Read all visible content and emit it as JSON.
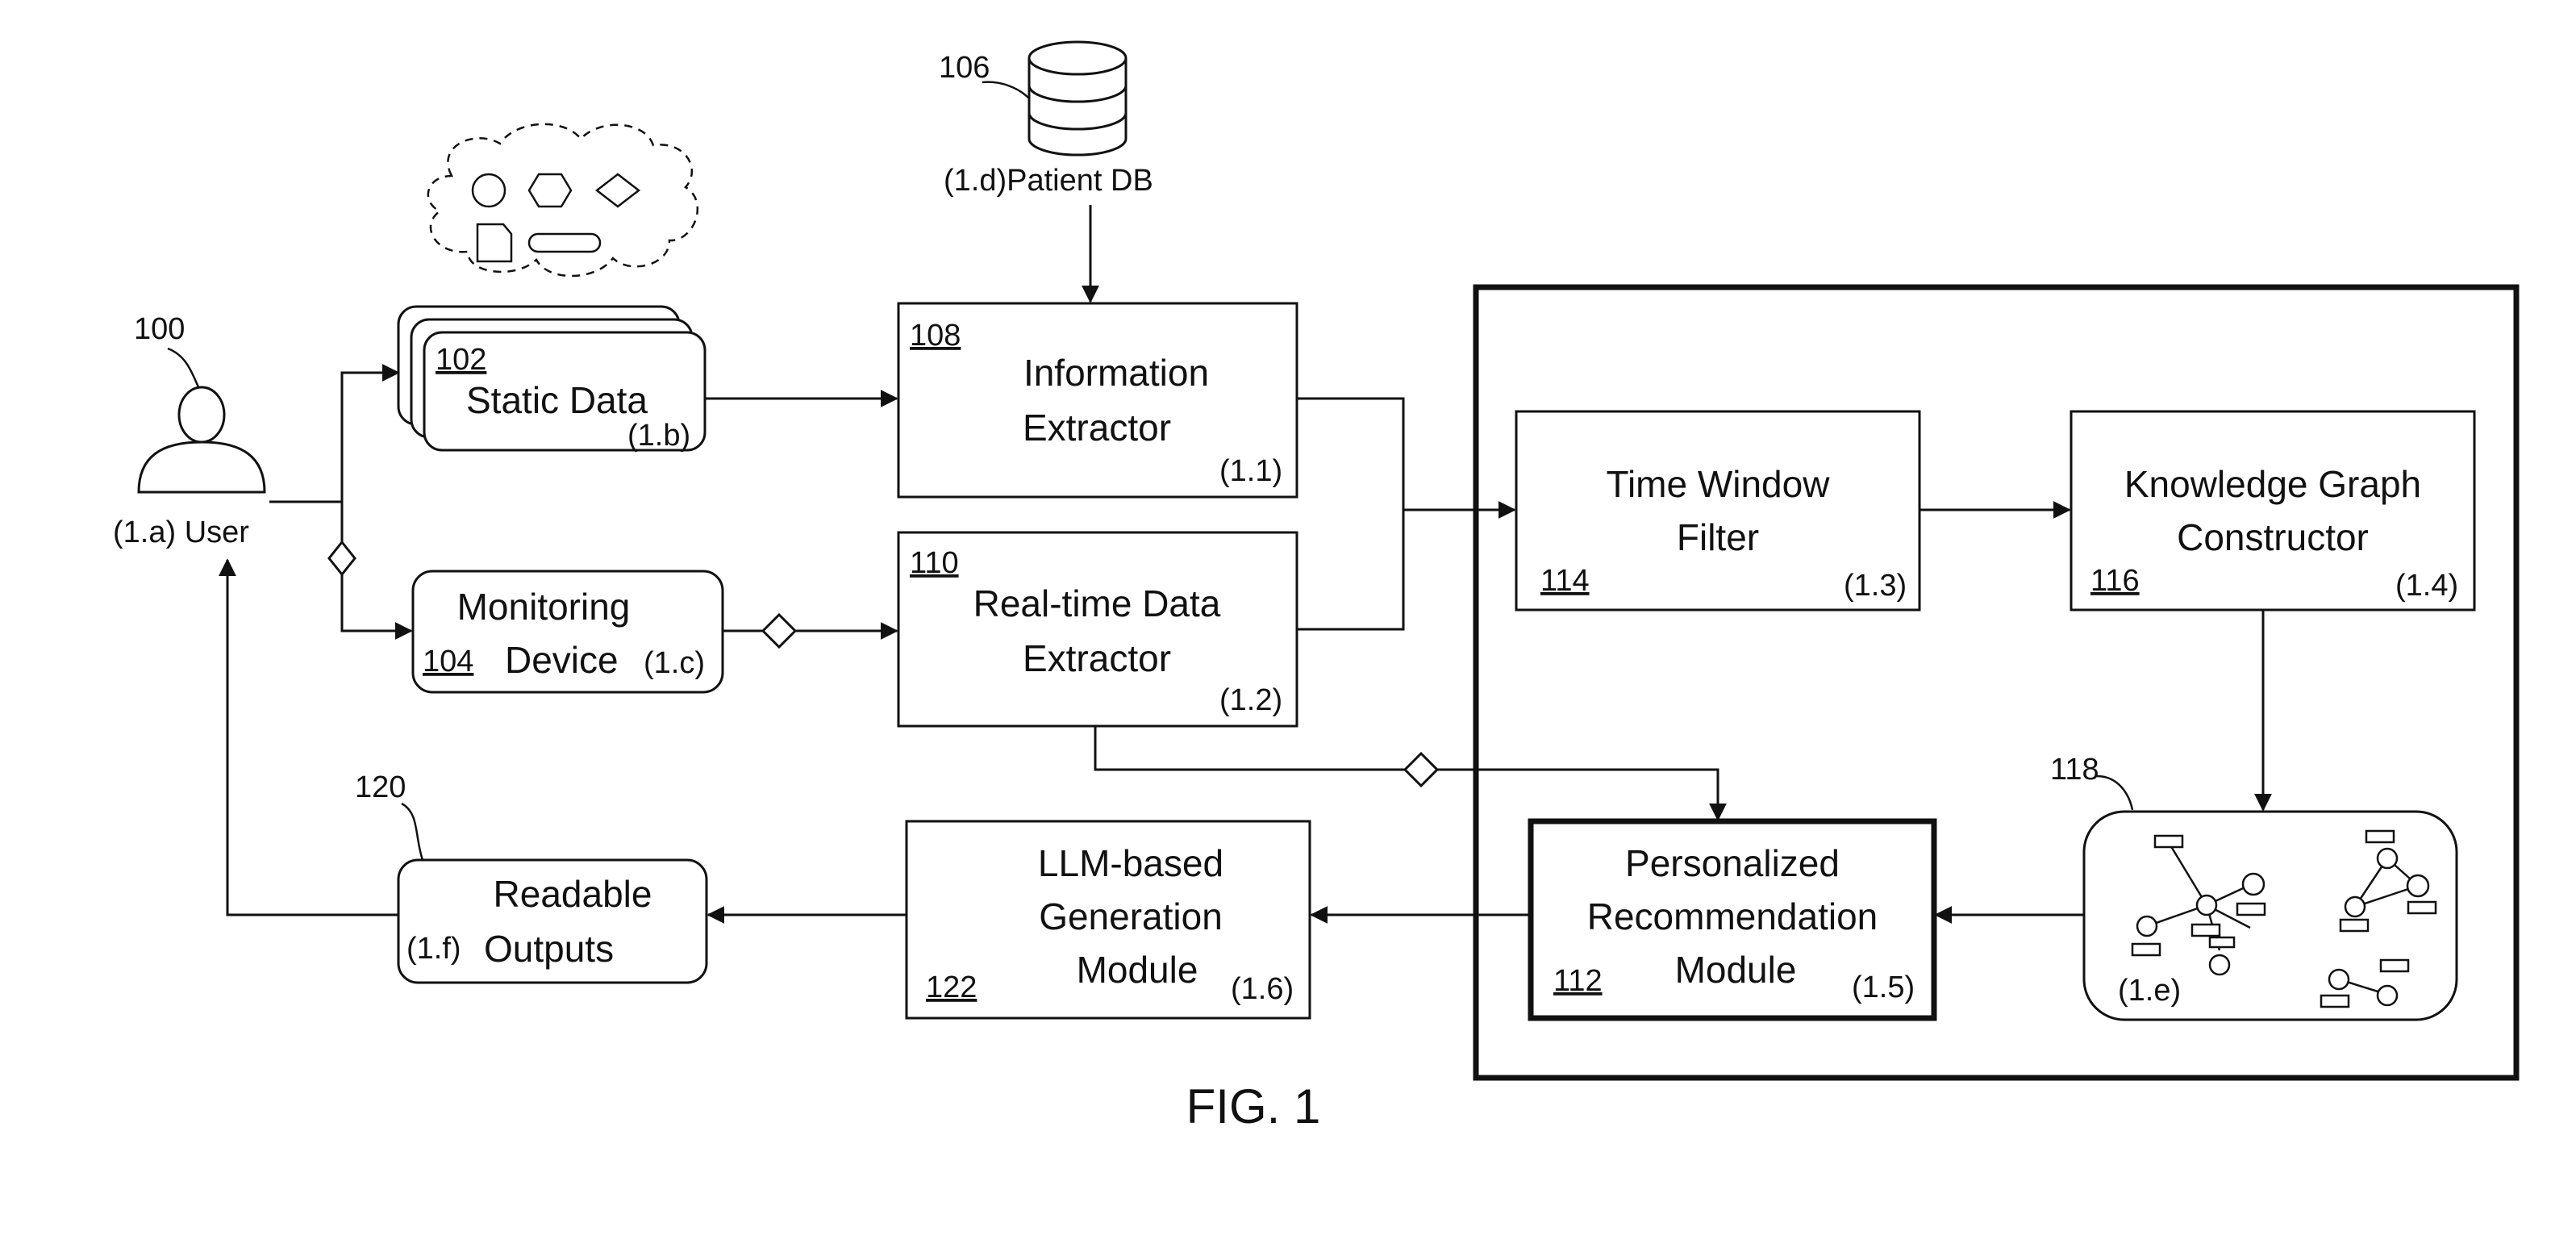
{
  "figure": {
    "caption": "FIG. 1"
  },
  "nodes": {
    "user": {
      "ref": "100",
      "label": "(1.a) User"
    },
    "patient_db": {
      "ref": "106",
      "label": "(1.d)Patient DB"
    },
    "static_data": {
      "ref": "102",
      "label": "Static Data",
      "step": "(1.b)"
    },
    "monitoring_device": {
      "ref": "104",
      "line1": "Monitoring",
      "line2": "Device",
      "step": "(1.c)"
    },
    "information_extractor": {
      "ref": "108",
      "line1": "Information",
      "line2": "Extractor",
      "step": "(1.1)"
    },
    "realtime_extractor": {
      "ref": "110",
      "line1": "Real-time Data",
      "line2": "Extractor",
      "step": "(1.2)"
    },
    "time_window_filter": {
      "ref": "114",
      "line1": "Time Window",
      "line2": "Filter",
      "step": "(1.3)"
    },
    "kg_constructor": {
      "ref": "116",
      "line1": "Knowledge Graph",
      "line2": "Constructor",
      "step": "(1.4)"
    },
    "knowledge_graph": {
      "ref": "118",
      "step": "(1.e)"
    },
    "recommendation_module": {
      "ref": "112",
      "line1": "Personalized",
      "line2": "Recommendation",
      "line3": "Module",
      "step": "(1.5)"
    },
    "llm_module": {
      "ref": "122",
      "line1": "LLM-based",
      "line2": "Generation",
      "line3": "Module",
      "step": "(1.6)"
    },
    "readable_outputs": {
      "ref": "120",
      "line1": "Readable",
      "line2": "Outputs",
      "step": "(1.f)"
    }
  }
}
